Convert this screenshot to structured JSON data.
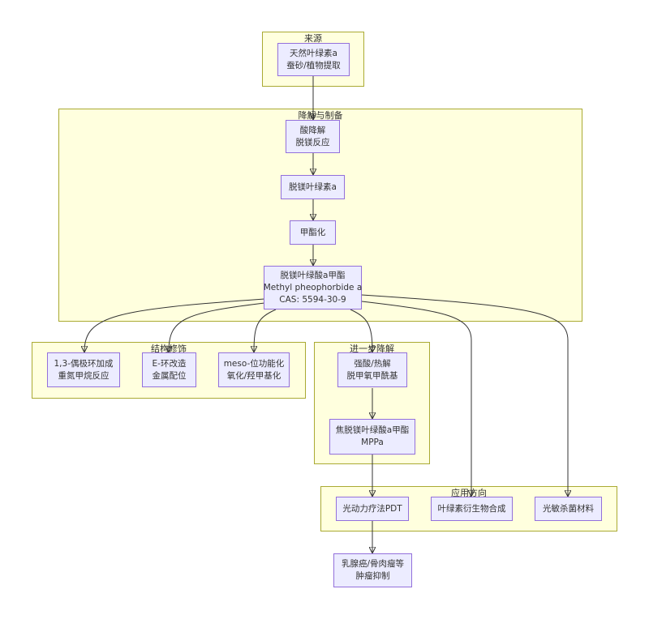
{
  "clusters": {
    "source": "来源",
    "prep": "降解与制备",
    "struct": "结构修饰",
    "further": "进一步降解",
    "app": "应用方向"
  },
  "nodes": {
    "chl_a": [
      "天然叶绿素a",
      "蚕砂/植物提取"
    ],
    "acid": [
      "酸降解",
      "脱镁反应"
    ],
    "pheophytin": [
      "脱镁叶绿素a"
    ],
    "methylation": [
      "甲酯化"
    ],
    "mpa": [
      "脱镁叶绿酸a甲酯",
      "Methyl pheophorbide a",
      "CAS: 5594-30-9"
    ],
    "cycloadd": [
      "1,3-偶极环加成",
      "重氮甲烷反应"
    ],
    "ering": [
      "E-环改造",
      "金属配位"
    ],
    "meso": [
      "meso-位功能化",
      "氧化/羟甲基化"
    ],
    "strong": [
      "强酸/热解",
      "脱甲氧甲酰基"
    ],
    "mppa": [
      "焦脱镁叶绿酸a甲酯",
      "MPPa"
    ],
    "pdt": [
      "光动力疗法PDT"
    ],
    "deriv": [
      "叶绿素衍生物合成"
    ],
    "antibac": [
      "光敏杀菌材料"
    ],
    "tumor": [
      "乳腺癌/骨肉瘤等",
      "肿瘤抑制"
    ]
  }
}
